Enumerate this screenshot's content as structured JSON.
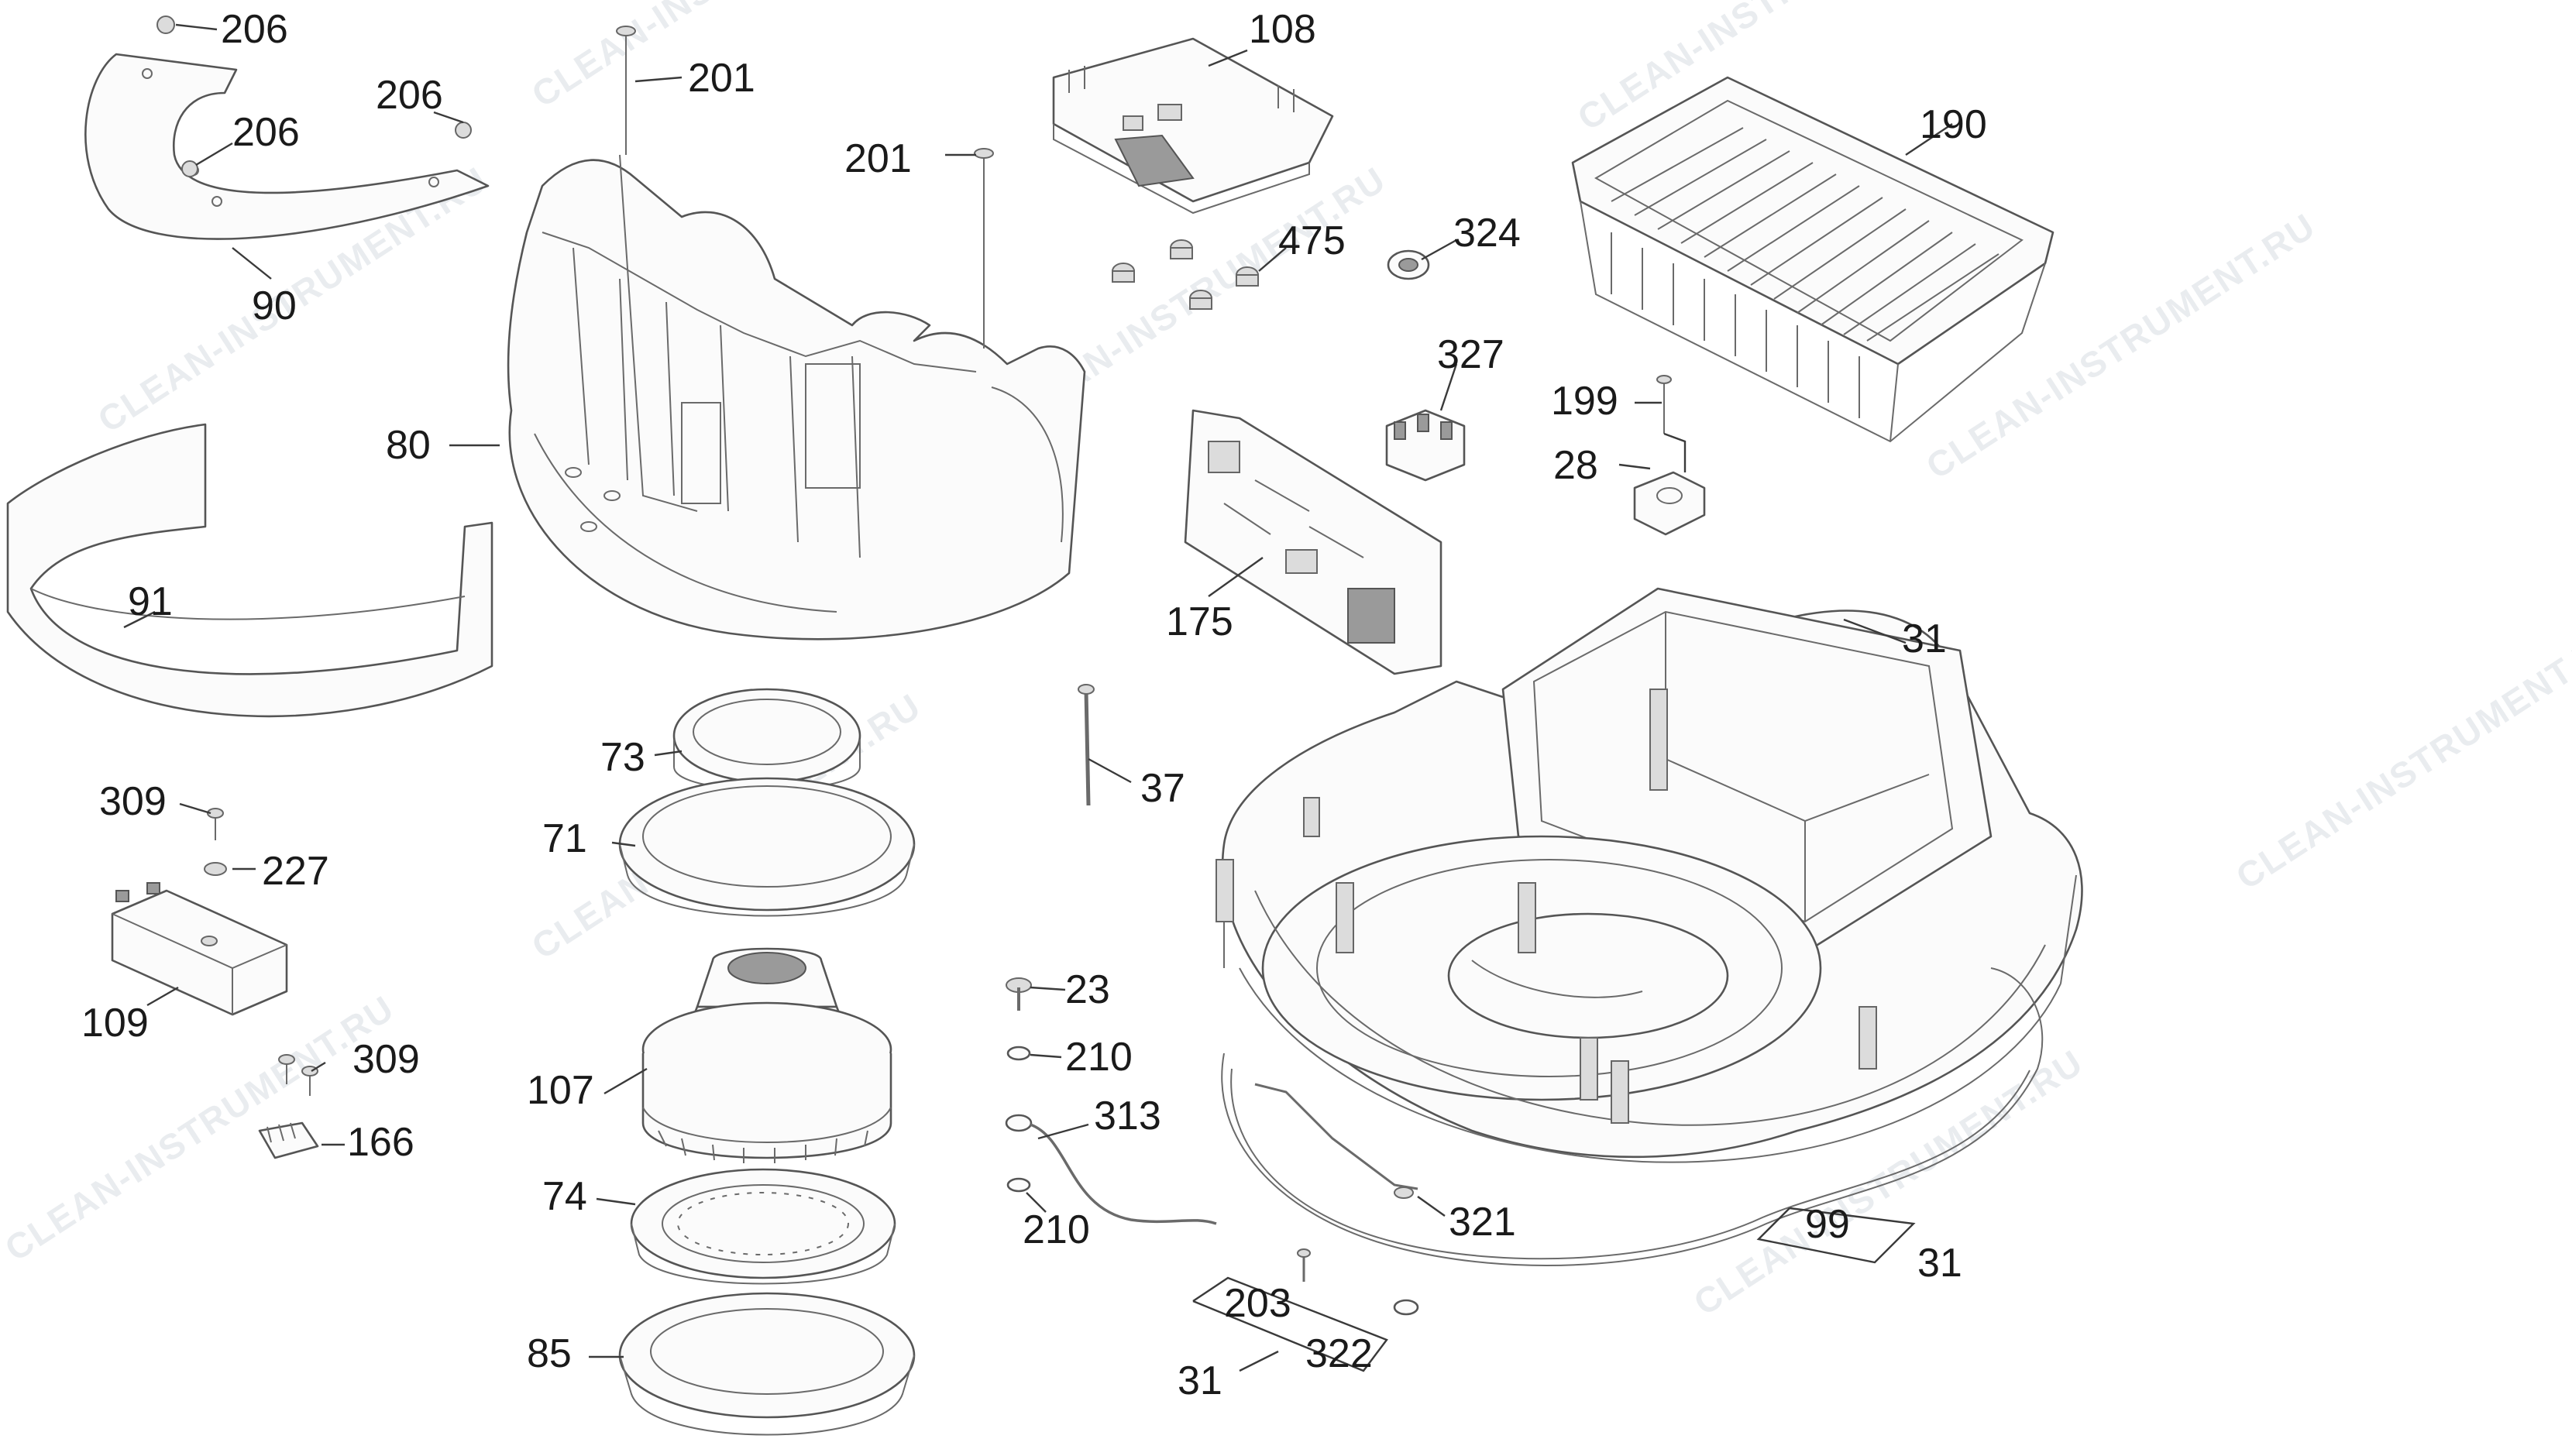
{
  "watermark": "CLEAN-INSTRUMENT.RU",
  "callouts": {
    "c206a": "206",
    "c206b": "206",
    "c206c": "206",
    "c90": "90",
    "c201a": "201",
    "c201b": "201",
    "c80": "80",
    "c91": "91",
    "c108": "108",
    "c475": "475",
    "c324": "324",
    "c190": "190",
    "c327": "327",
    "c199": "199",
    "c28": "28",
    "c175": "175",
    "c31a": "31",
    "c73": "73",
    "c71": "71",
    "c37": "37",
    "c309a": "309",
    "c227": "227",
    "c109": "109",
    "c309b": "309",
    "c166": "166",
    "c107": "107",
    "c74": "74",
    "c85": "85",
    "c23": "23",
    "c210a": "210",
    "c313": "313",
    "c210b": "210",
    "c321": "321",
    "c99": "99",
    "c31b": "31",
    "c203": "203",
    "c322": "322",
    "c31c": "31"
  }
}
